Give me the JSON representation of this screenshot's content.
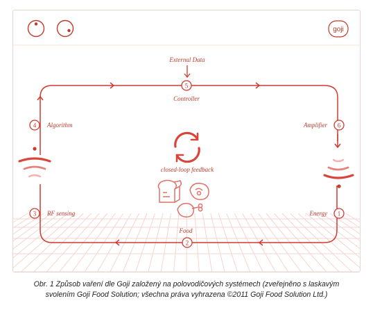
{
  "brand": {
    "logo_text": "goji"
  },
  "colors": {
    "accent": "#d9453a",
    "line": "#cf3a2e",
    "panel_border": "#e4d7d1",
    "grid": "#f3d5cf"
  },
  "diagram": {
    "top_input": "External Data",
    "center_label": "closed-loop feedback",
    "nodes": [
      {
        "number": "1",
        "label": "Energy"
      },
      {
        "number": "2",
        "label": "Food"
      },
      {
        "number": "3",
        "label": "RF sensing"
      },
      {
        "number": "4",
        "label": "Algorithm"
      },
      {
        "number": "5",
        "label": "Controller"
      },
      {
        "number": "6",
        "label": "Amplifier"
      }
    ],
    "food_icons": [
      "bread-icon",
      "steak-icon",
      "chicken-leg-icon"
    ]
  },
  "caption": {
    "line1": "Obr. 1  Způsob vaření dle Goji založený na polovodičových systémech (zveřejněno s laskavým",
    "line2": "svolením Goji Food Solution; všechna práva vyhrazena ©2011 Goji Food Solution Ltd.)"
  }
}
